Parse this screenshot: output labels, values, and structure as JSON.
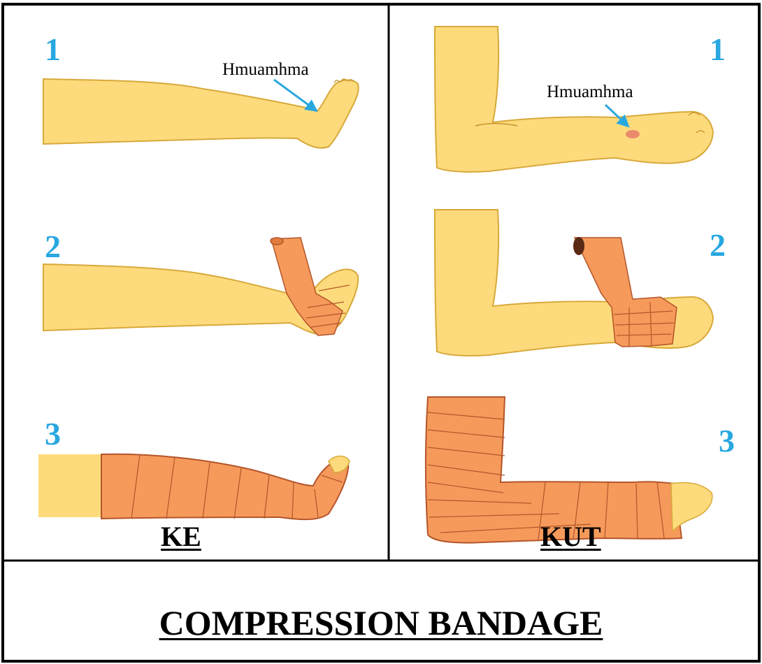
{
  "colors": {
    "skin": "#FDDB7C",
    "skin_outline": "#D8A93A",
    "bandage": "#F59A5B",
    "bandage_line": "#B4552A",
    "step_number": "#29A8E0",
    "arrow": "#29A8E0",
    "wound": "#E87A6A",
    "border": "#000000"
  },
  "panels": [
    {
      "title": "KE",
      "steps": [
        {
          "number": "1",
          "label": "Hmuamhma"
        },
        {
          "number": "2"
        },
        {
          "number": "3"
        }
      ]
    },
    {
      "title": "KUT",
      "steps": [
        {
          "number": "1",
          "label": "Hmuamhma"
        },
        {
          "number": "2"
        },
        {
          "number": "3"
        }
      ]
    }
  ],
  "footer": {
    "title": "COMPRESSION BANDAGE"
  }
}
